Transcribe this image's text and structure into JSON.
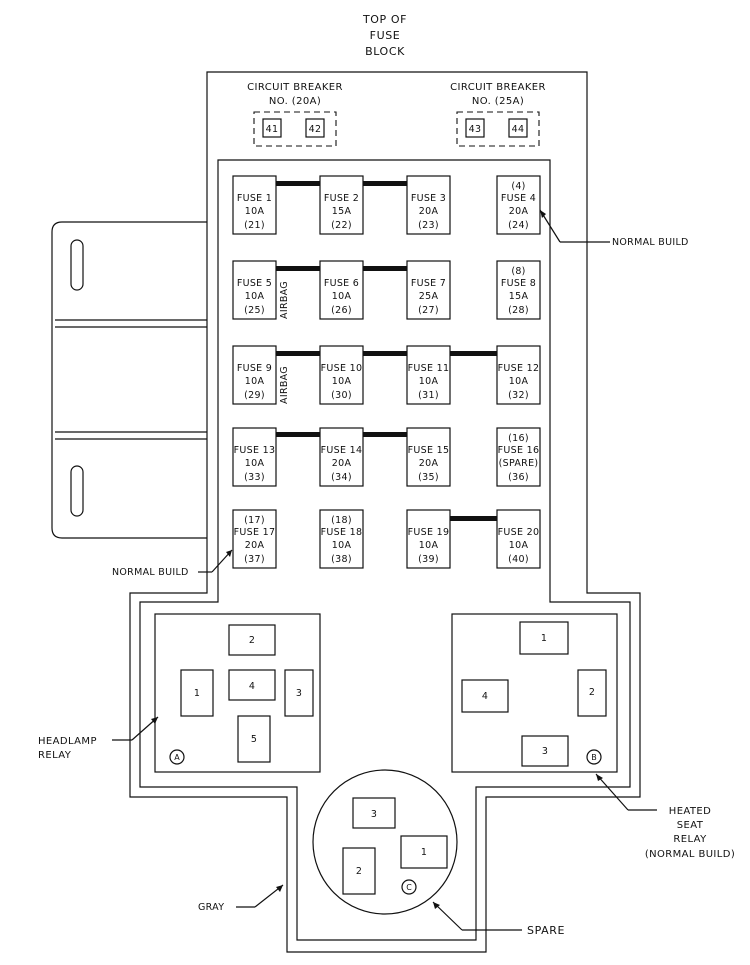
{
  "header": {
    "line1": "TOP OF",
    "line2": "FUSE",
    "line3": "BLOCK"
  },
  "breakers": [
    {
      "title": "CIRCUIT BREAKER",
      "sub": "NO.  (20A)",
      "left": "41",
      "right": "42"
    },
    {
      "title": "CIRCUIT BREAKER",
      "sub": "NO.  (25A)",
      "left": "43",
      "right": "44"
    }
  ],
  "fuses": [
    {
      "l1": "FUSE 1",
      "l2": "10A",
      "l3": "(21)"
    },
    {
      "l1": "FUSE 2",
      "l2": "15A",
      "l3": "(22)"
    },
    {
      "l1": "FUSE 3",
      "l2": "20A",
      "l3": "(23)"
    },
    {
      "l0": "(4)",
      "l1": "FUSE 4",
      "l2": "20A",
      "l3": "(24)"
    },
    {
      "l1": "FUSE 5",
      "l2": "10A",
      "l3": "(25)"
    },
    {
      "l1": "FUSE 6",
      "l2": "10A",
      "l3": "(26)"
    },
    {
      "l1": "FUSE 7",
      "l2": "25A",
      "l3": "(27)"
    },
    {
      "l0": "(8)",
      "l1": "FUSE 8",
      "l2": "15A",
      "l3": "(28)"
    },
    {
      "l1": "FUSE 9",
      "l2": "10A",
      "l3": "(29)"
    },
    {
      "l1": "FUSE 10",
      "l2": "10A",
      "l3": "(30)"
    },
    {
      "l1": "FUSE 11",
      "l2": "10A",
      "l3": "(31)"
    },
    {
      "l1": "FUSE 12",
      "l2": "10A",
      "l3": "(32)"
    },
    {
      "l1": "FUSE 13",
      "l2": "10A",
      "l3": "(33)"
    },
    {
      "l1": "FUSE 14",
      "l2": "20A",
      "l3": "(34)"
    },
    {
      "l1": "FUSE 15",
      "l2": "20A",
      "l3": "(35)"
    },
    {
      "l0": "(16)",
      "l1": "FUSE 16",
      "l2": "(SPARE)",
      "l3": "(36)"
    },
    {
      "l0": "(17)",
      "l1": "FUSE 17",
      "l2": "20A",
      "l3": "(37)"
    },
    {
      "l0": "(18)",
      "l1": "FUSE 18",
      "l2": "10A",
      "l3": "(38)"
    },
    {
      "l1": "FUSE 19",
      "l2": "10A",
      "l3": "(39)"
    },
    {
      "l1": "FUSE 20",
      "l2": "10A",
      "l3": "(40)"
    }
  ],
  "airbag_label": "AIRBAG",
  "callouts": {
    "normal_build_right": "NORMAL BUILD",
    "normal_build_left": "NORMAL BUILD",
    "headlamp_relay_1": "HEADLAMP",
    "headlamp_relay_2": "RELAY",
    "heated_1": "HEATED",
    "heated_2": "SEAT",
    "heated_3": "RELAY",
    "heated_4": "(NORMAL BUILD)",
    "gray": "GRAY",
    "spare": "SPARE"
  },
  "relay_a": {
    "tag": "A",
    "p1": "1",
    "p2": "2",
    "p3": "3",
    "p4": "4",
    "p5": "5"
  },
  "relay_b": {
    "tag": "B",
    "p1": "1",
    "p2": "2",
    "p3": "3",
    "p4": "4"
  },
  "relay_c": {
    "tag": "C",
    "p1": "1",
    "p2": "2",
    "p3": "3"
  }
}
